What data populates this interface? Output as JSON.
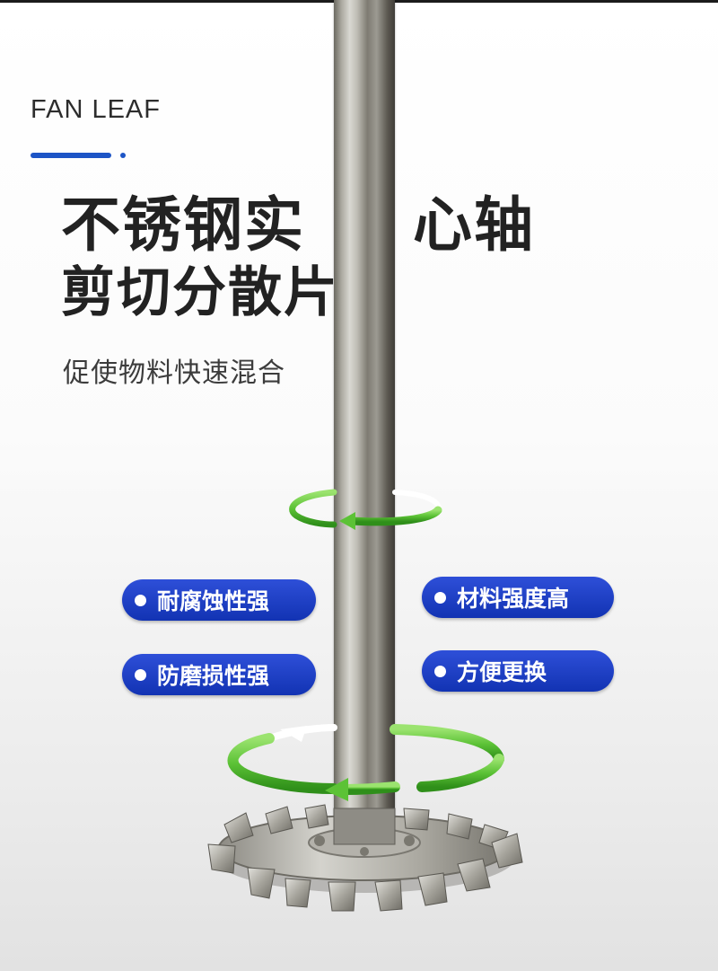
{
  "header": {
    "eyebrow": "FAN LEAF",
    "title_line1_left": "不锈钢实",
    "title_line1_right": "心轴",
    "title_line2": "剪切分散片",
    "subtitle": "促使物料快速混合"
  },
  "features": [
    {
      "label": "耐腐蚀性强"
    },
    {
      "label": "材料强度高"
    },
    {
      "label": "防磨损性强"
    },
    {
      "label": "方便更换"
    }
  ],
  "colors": {
    "accent_blue": "#1d55c6",
    "pill_blue": "#1a3bc4",
    "arrow_green": "#5cc236",
    "title_text": "#222222"
  },
  "icons": {
    "rotation_arrow_top": "rotation-arrow-icon",
    "rotation_arrow_bottom": "rotation-arrow-icon"
  }
}
